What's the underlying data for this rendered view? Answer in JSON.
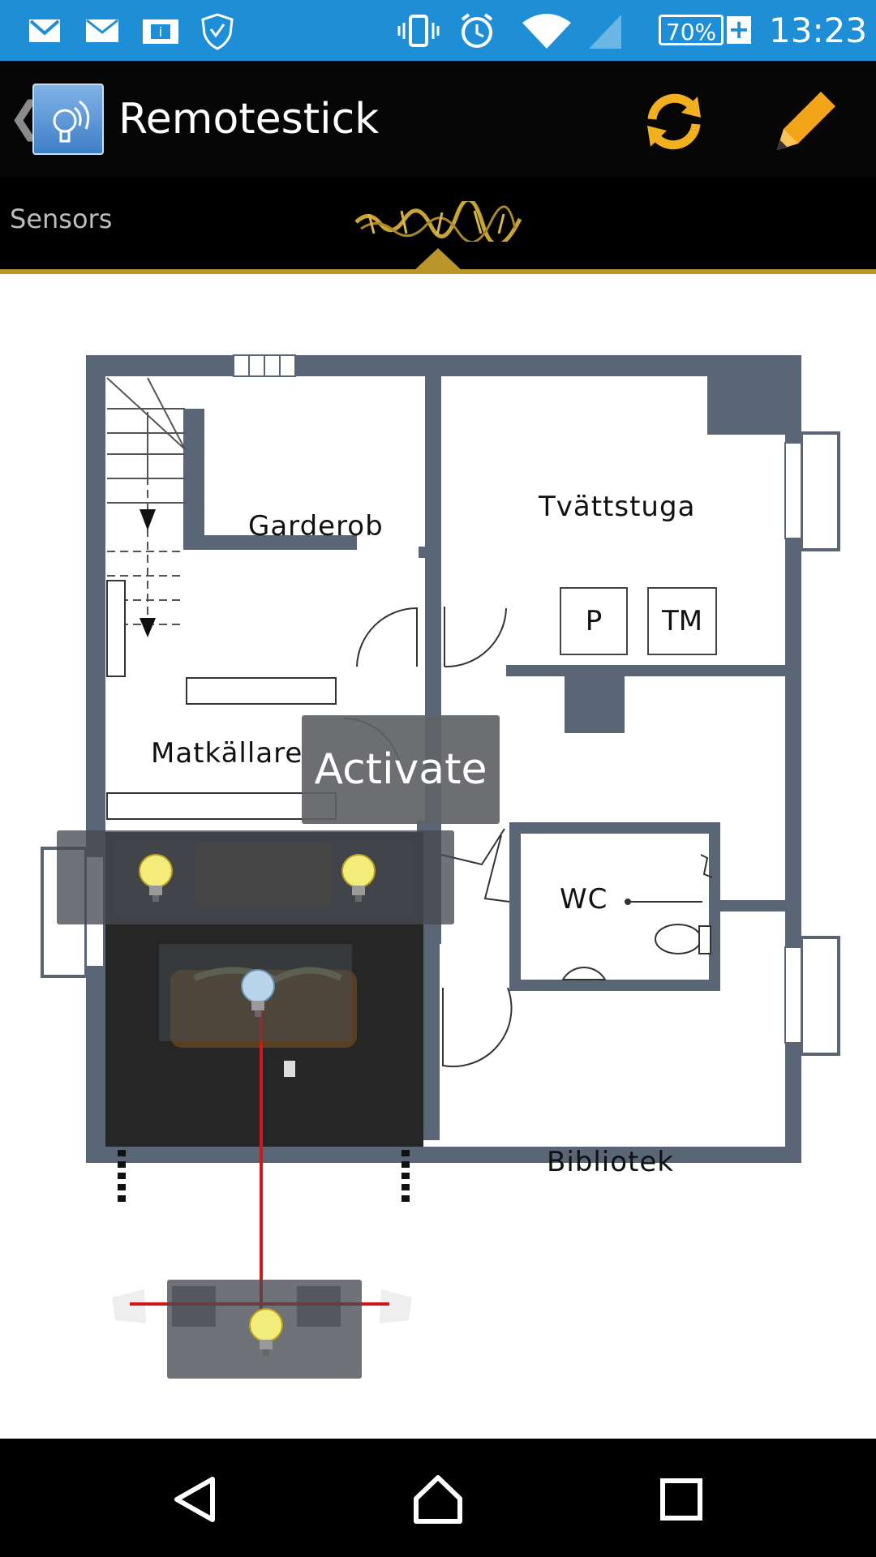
{
  "status_bar": {
    "icons": [
      "gmail-icon",
      "email-icon",
      "info-icon",
      "shield-icon",
      "vibrate-icon",
      "alarm-icon",
      "wifi-icon",
      "signal-icon"
    ],
    "battery": "70%",
    "battery_plus": "+",
    "time": "13:23"
  },
  "action_bar": {
    "back_glyph": "❮",
    "title": "Remotestick",
    "icons": [
      "app-lightbulb-icon",
      "refresh-icon",
      "pencil-icon"
    ]
  },
  "tabs": {
    "sensors_label": "Sensors",
    "active_tab_icon": "decorative-logo-icon"
  },
  "floorplan": {
    "rooms": {
      "garderob": "Garderob",
      "tvattstuga": "Tvättstuga",
      "matkallare": "Matkällare",
      "wc": "WC",
      "bibliotek": "Bibliotek"
    },
    "appliances": {
      "p": "P",
      "tm": "TM"
    }
  },
  "overlay": {
    "activate_label": "Activate",
    "lamps": [
      "lightbulb-icon",
      "lightbulb-icon",
      "lightbulb-icon",
      "lightbulb-icon"
    ]
  },
  "colors": {
    "status_bar": "#1e8fd6",
    "accent": "#b9952a",
    "wall": "#5a6675",
    "refresh": "#f2b01e",
    "pencil": "#f2a51a"
  },
  "nav": {
    "icons": [
      "back-triangle-icon",
      "home-icon",
      "recents-square-icon"
    ]
  }
}
